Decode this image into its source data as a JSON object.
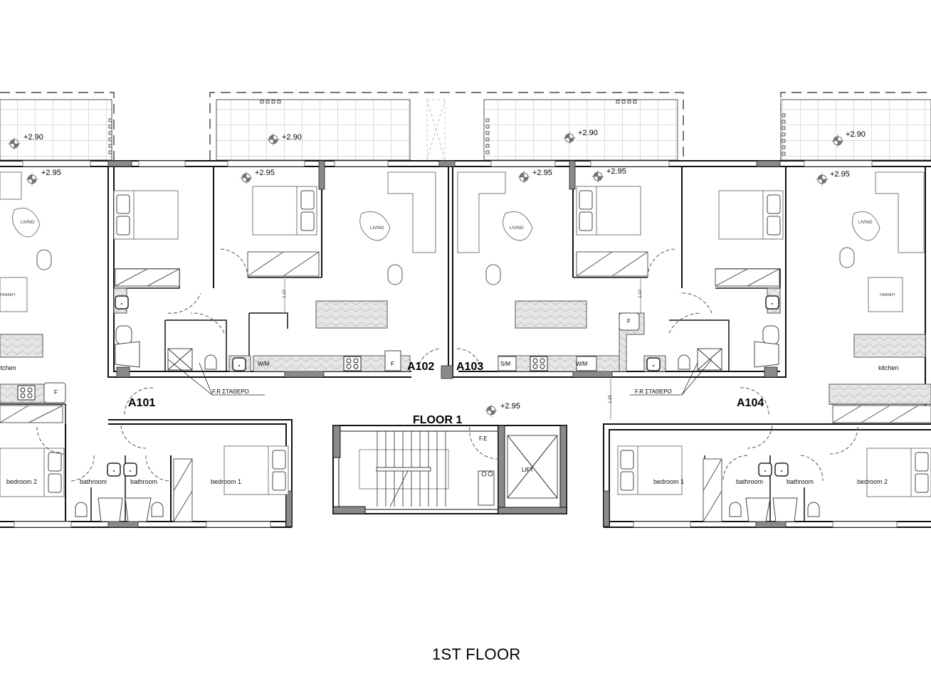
{
  "drawing": {
    "title": "1ST FLOOR",
    "floor_label": "FLOOR 1",
    "units": [
      "A101",
      "A102",
      "A103",
      "A104"
    ],
    "levels": {
      "balcony": "+2.90",
      "interior": "+2.95",
      "corridor": "+2.95"
    },
    "rooms": {
      "living": "LIVING",
      "dining": "DINING",
      "kitchen": "kitchen",
      "bedroom1": "bedroom 1",
      "bedroom2": "bedroom 2",
      "bathroom": "bathroom"
    },
    "fixtures": {
      "washing_machine": "W/M",
      "dishwasher": "S/M",
      "fridge": "F",
      "fire_extinguisher": "F.E",
      "lift": "LIFT",
      "fire_rated_fixed": "F.R ΣΤΑΘΕΡΟ"
    },
    "dimensions": {
      "corridor_width": "1.25",
      "hall_depth": "1.10"
    },
    "colors": {
      "wall": "#000000",
      "column": "#8a8a8a",
      "furniture": "#777777",
      "grid": "#bbbbbb",
      "background": "#ffffff"
    }
  }
}
